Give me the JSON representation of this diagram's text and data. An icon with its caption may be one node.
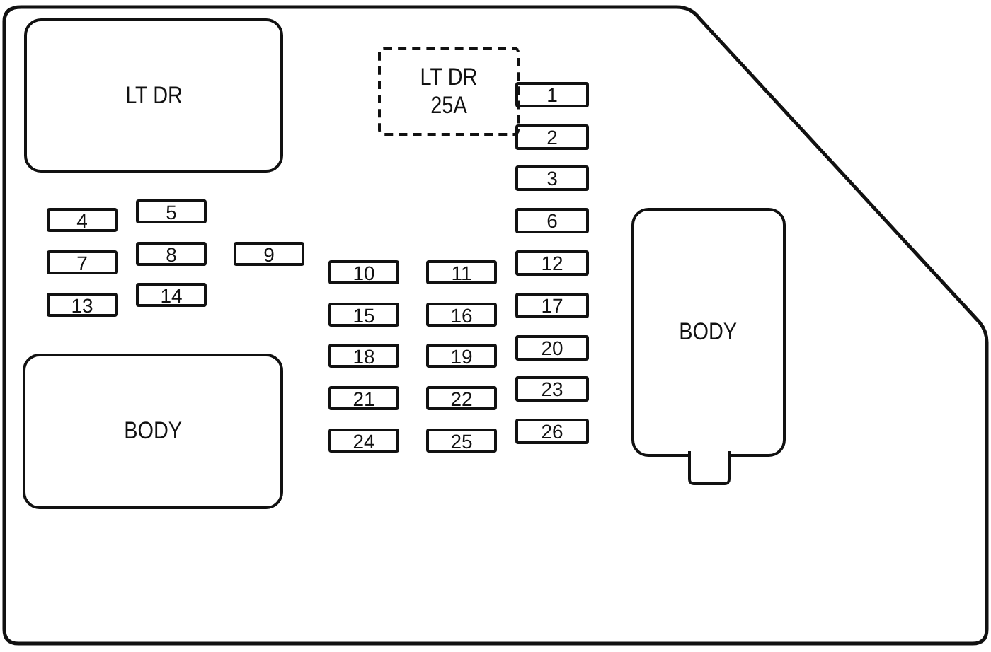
{
  "diagram": {
    "nodes": [
      {
        "text": [
          "LT DR"
        ]
      },
      {
        "text": [
          "LT DR 25A"
        ]
      },
      {
        "text": [
          "1"
        ]
      },
      {
        "text": [
          "2"
        ]
      },
      {
        "text": [
          "3"
        ]
      },
      {
        "text": [
          "4"
        ]
      },
      {
        "text": [
          "5"
        ]
      },
      {
        "text": [
          "6"
        ]
      },
      {
        "text": [
          "7"
        ]
      },
      {
        "text": [
          "8"
        ]
      },
      {
        "text": [
          "9"
        ]
      },
      {
        "text": [
          "10"
        ]
      },
      {
        "text": [
          "11"
        ]
      },
      {
        "text": [
          "12"
        ]
      },
      {
        "text": [
          "13"
        ]
      },
      {
        "text": [
          "14"
        ]
      },
      {
        "text": [
          "15"
        ]
      },
      {
        "text": [
          "16"
        ]
      },
      {
        "text": [
          "17"
        ]
      },
      {
        "text": [
          "18"
        ]
      },
      {
        "text": [
          "19"
        ]
      },
      {
        "text": [
          "20"
        ]
      },
      {
        "text": [
          "BODY"
        ]
      },
      {
        "text": [
          "21"
        ]
      },
      {
        "text": [
          "22"
        ]
      },
      {
        "text": [
          "23"
        ]
      },
      {
        "text": [
          "BODY"
        ]
      },
      {
        "text": [
          "24"
        ]
      },
      {
        "text": [
          "25"
        ]
      },
      {
        "text": [
          "26"
        ]
      }
    ]
  }
}
